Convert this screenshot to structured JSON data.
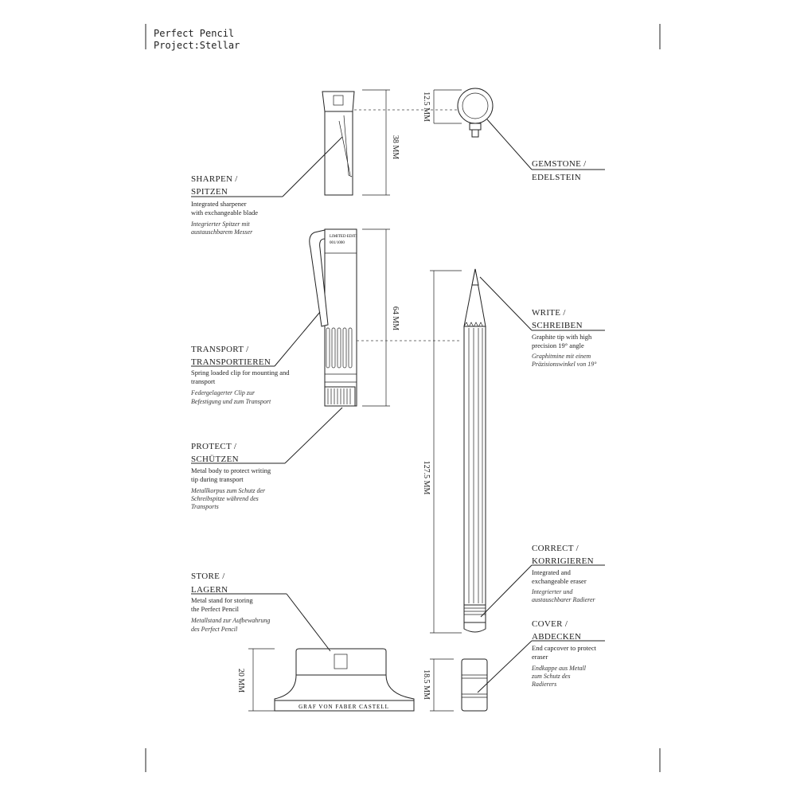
{
  "header": {
    "line1": "Perfect Pencil",
    "line2": "Project:Stellar"
  },
  "dimensions": {
    "sharpener": "38 MM",
    "gemstone": "12.5 MM",
    "extender": "64 MM",
    "pencil": "127.5 MM",
    "stand": "20 MM",
    "endcap": "18.5 MM"
  },
  "engravings": {
    "extender_line1": "LIMITED EDITI",
    "extender_line2": "001/1000",
    "stand": "GRAF VON FABER CASTELL"
  },
  "callouts": {
    "sharpen": {
      "title": "SHARPEN /",
      "subtitle": "SPITZEN",
      "en1": "Integrated sharpener",
      "en2": "with exchangeable blade",
      "de1": "Integrierter Spitzer mit",
      "de2": "austauschbarem Messer"
    },
    "gemstone": {
      "title": "GEMSTONE /",
      "subtitle": "EDELSTEIN"
    },
    "transport": {
      "title": "TRANSPORT /",
      "subtitle": "TRANSPORTIEREN",
      "en1": "Spring loaded clip for mounting and",
      "en2": "transport",
      "de1": "Federgelagerter Clip zur",
      "de2": "Befestigung und zum Transport"
    },
    "protect": {
      "title": "PROTECT /",
      "subtitle": "SCHÜTZEN",
      "en1": "Metal body to protect writing",
      "en2": "tip during transport",
      "de1": "Metallkorpus zum Schutz der",
      "de2": "Schreibspitze während des",
      "de3": "Transports"
    },
    "store": {
      "title": "STORE /",
      "subtitle": "LAGERN",
      "en1": "Metal stand for storing",
      "en2": "the Perfect Pencil",
      "de1": "Metallstand zur Aufbewahrung",
      "de2": "des Perfect Pencil"
    },
    "write": {
      "title": "WRITE /",
      "subtitle": "SCHREIBEN",
      "en1": "Graphite tip with high",
      "en2": "precision 19° angle",
      "de1": "Graphitmine mit einem",
      "de2": "Präzisionswinkel von 19°"
    },
    "correct": {
      "title": "CORRECT /",
      "subtitle": "KORRIGIEREN",
      "en1": "Integrated and",
      "en2": "exchangeable eraser",
      "de1": "Integrierter und",
      "de2": "austauschbarer Radierer"
    },
    "cover": {
      "title": "COVER /",
      "subtitle": "ABDECKEN",
      "en1": "End capcover to protect",
      "en2": "eraser",
      "de1": "Endkappe aus Metall",
      "de2": "zum Schutz des",
      "de3": "Radierers"
    }
  }
}
